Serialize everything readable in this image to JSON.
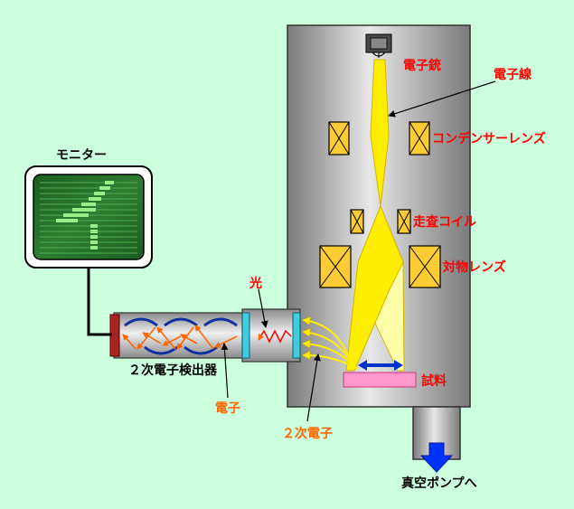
{
  "labels": {
    "monitor": "モニター",
    "electron_gun": "電子銃",
    "electron_beam": "電子線",
    "condenser_lens": "コンデンサーレンズ",
    "scan_coil": "走査コイル",
    "objective_lens": "対物レンズ",
    "specimen": "試料",
    "light": "光",
    "detector": "２次電子検出器",
    "electron": "電子",
    "secondary_electron": "２次電子",
    "vacuum_pump": "真空ポンプへ"
  },
  "colors": {
    "background": "#ccffdd",
    "label_red": "#ff0000",
    "label_orange": "#ff6600",
    "label_black": "#000000",
    "beam": "#ffee00",
    "beam_light": "#ffffaa",
    "lens_fill": "#ffcc33",
    "specimen": "#ff99cc",
    "scan_arrow": "#0033cc",
    "pump_arrow": "#0033ff",
    "screen": "#2e7d32",
    "screen_line": "#99ee88"
  }
}
